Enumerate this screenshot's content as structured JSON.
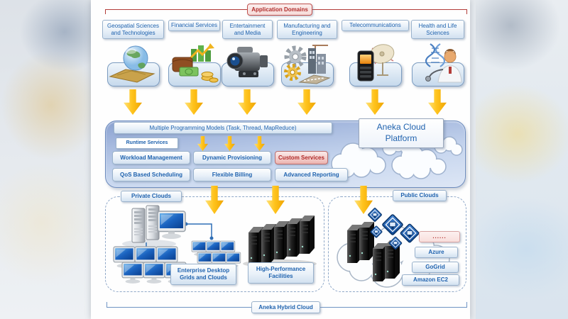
{
  "title_bracket": {
    "label": "Application Domains"
  },
  "domains": [
    {
      "label": "Geospatial Sciences and Technologies",
      "icon": "globe-map-icon"
    },
    {
      "label": "Financial Services",
      "icon": "money-growth-icon"
    },
    {
      "label": "Entertainment and Media",
      "icon": "video-camera-icon"
    },
    {
      "label": "Manufacturing and Engineering",
      "icon": "industry-gears-icon"
    },
    {
      "label": "Telecommunications",
      "icon": "mobile-satellite-icon"
    },
    {
      "label": "Health and Life Sciences",
      "icon": "doctor-dna-icon"
    }
  ],
  "platform": {
    "title": "Aneka Cloud Platform",
    "programming_models": "Multiple Programming Models (Task, Thread, MapReduce)",
    "runtime_services": "Runtime Services",
    "services": [
      {
        "label": "Workload Management",
        "variant": "blue"
      },
      {
        "label": "Dynamic Provisioning",
        "variant": "blue"
      },
      {
        "label": "Custom Services",
        "variant": "red"
      },
      {
        "label": "QoS Based Scheduling",
        "variant": "blue"
      },
      {
        "label": "Flexible Billing",
        "variant": "blue"
      },
      {
        "label": "Advanced Reporting",
        "variant": "blue"
      }
    ]
  },
  "private_clouds": {
    "title": "Private Clouds",
    "labels": [
      "Enterprise Desktop Grids and Clouds",
      "High-Performance Facilities"
    ]
  },
  "public_clouds": {
    "title": "Public Clouds",
    "providers": [
      "......",
      "Azure",
      "GoGrid",
      "Amazon EC2"
    ]
  },
  "footer": {
    "label": "Aneka Hybrid Cloud"
  },
  "colors": {
    "accent_red": "#C0504D",
    "accent_blue": "#1F62AE",
    "arrow_gold": "#FFC000",
    "platform_top": "#8AA1D0",
    "platform_bottom": "#DDE6F5"
  }
}
